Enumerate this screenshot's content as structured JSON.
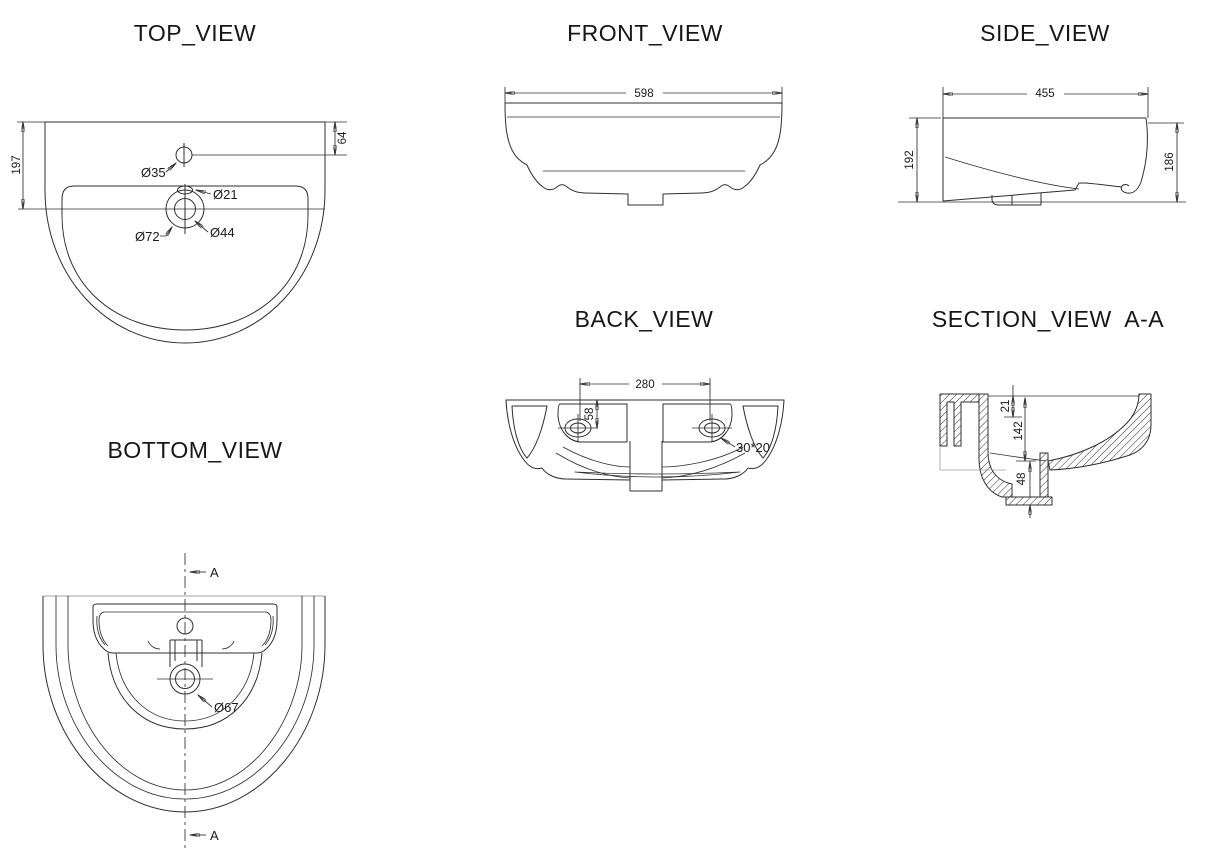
{
  "style": {
    "background": "#ffffff",
    "line_color": "#2f2f2f",
    "light_line_color": "#a0a0a0",
    "text_color": "#1a1a1a"
  },
  "views": {
    "top": {
      "title": "TOP_VIEW",
      "dims": {
        "depth": "197",
        "tap_offset": "64",
        "tap_hole": "Ø35",
        "overflow_hole": "Ø21",
        "drain_outer": "Ø72",
        "drain_inner": "Ø44"
      }
    },
    "front": {
      "title": "FRONT_VIEW",
      "dims": {
        "width": "598"
      }
    },
    "side": {
      "title": "SIDE_VIEW",
      "dims": {
        "depth": "455",
        "height_back": "192",
        "height_front": "186"
      }
    },
    "back": {
      "title": "BACK_VIEW",
      "dims": {
        "hole_spacing": "280",
        "hole_drop": "58",
        "slot_size": "30*20"
      }
    },
    "section": {
      "title": "SECTION_VIEW  A-A",
      "dims": {
        "rim_thickness": "21",
        "bowl_depth": "142",
        "trap_depth": "48"
      }
    },
    "bottom": {
      "title": "BOTTOM_VIEW",
      "dims": {
        "drain_boss": "Ø67"
      },
      "marker_top": "A",
      "marker_bottom": "A"
    }
  }
}
